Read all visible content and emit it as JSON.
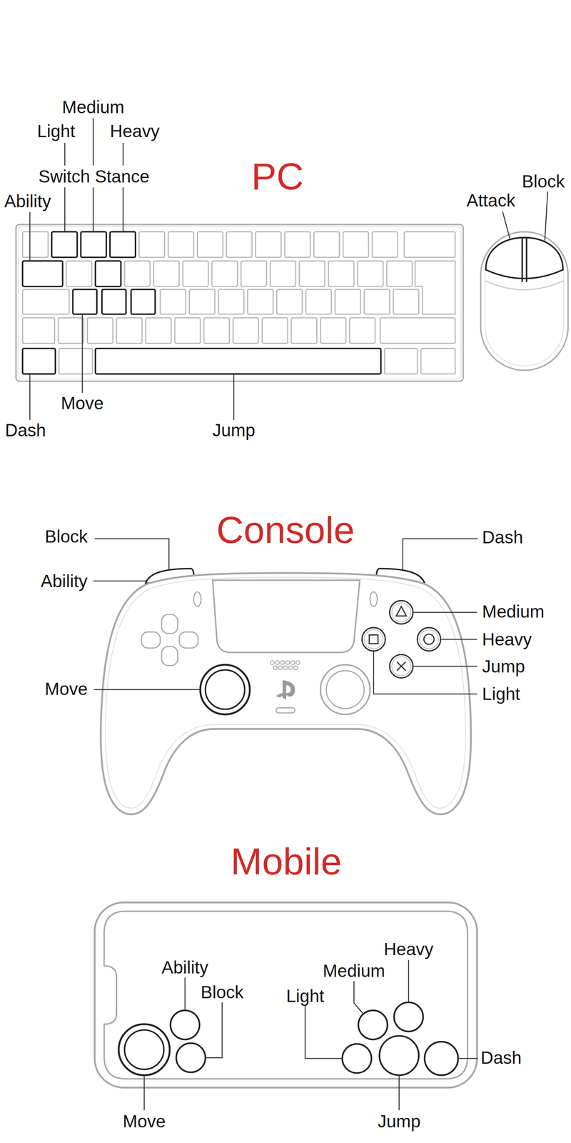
{
  "diagram": {
    "labels": [
      "Medium",
      "Light",
      "Heavy",
      "Switch Stance",
      "PC",
      "Ability",
      "Block",
      "Attack",
      "Move",
      "Dash",
      "Jump",
      "Block",
      "Console",
      "Dash",
      "Ability",
      "Medium",
      "Heavy",
      "Jump",
      "Move",
      "Light",
      "Mobile",
      "Heavy",
      "Ability",
      "Medium",
      "Block",
      "Light",
      "Dash",
      "Move",
      "Jump"
    ]
  }
}
